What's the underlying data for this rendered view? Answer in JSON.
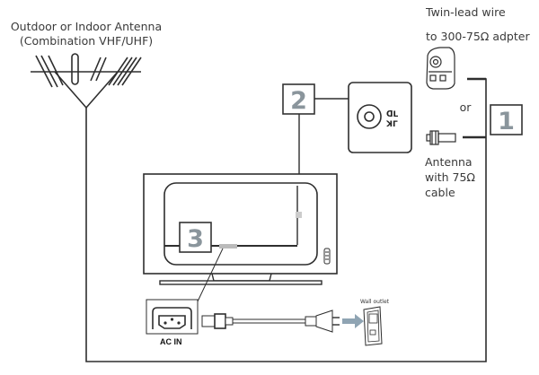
{
  "diagram": {
    "title": "Antenna and power connection",
    "antenna": {
      "label_line1": "Outdoor or Indoor Antenna",
      "label_line2": "(Combination VHF/UHF)"
    },
    "options": {
      "twin_lead_line1": "Twin-lead wire",
      "twin_lead_line2": "to 300-75Ω adpter",
      "or_label": "or",
      "coax_line1": "Antenna",
      "coax_line2": "with 75Ω",
      "coax_line3": "cable"
    },
    "steps": [
      {
        "number": "1"
      },
      {
        "number": "2"
      },
      {
        "number": "3"
      }
    ],
    "power": {
      "ac_in_label": "AC IN",
      "wall_outlet_label": "Wall outlet"
    },
    "colors": {
      "line": "#2e2e2e",
      "step_number": "#8a959c",
      "arrow": "#8fa4b3"
    }
  }
}
